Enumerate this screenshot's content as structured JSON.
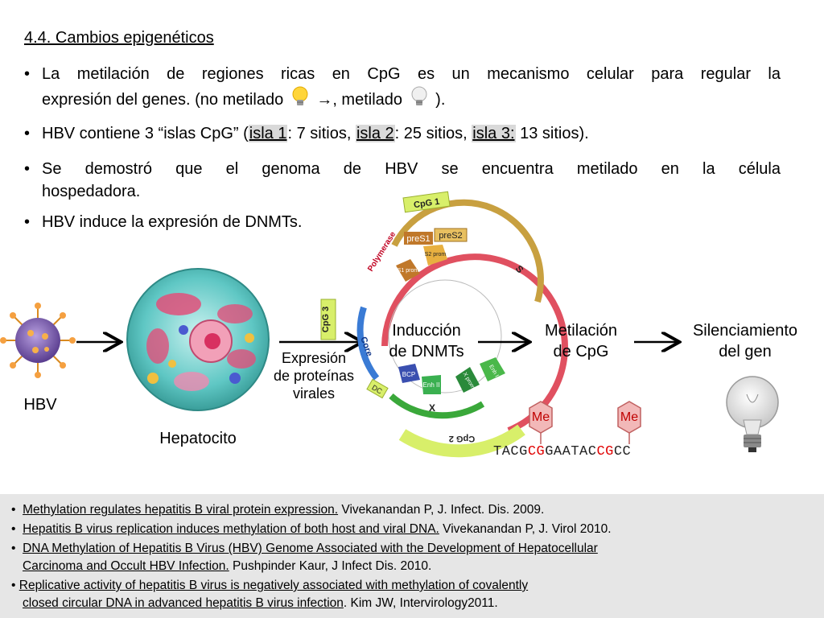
{
  "title": "4.4. Cambios epigenéticos",
  "bullets": {
    "b1_line1": "La metilación de regiones ricas en CpG es un mecanismo celular para regular la",
    "b1_line2_a": "expresión del genes. (no metilado",
    "b1_line2_b": "→, metilado",
    "b1_line2_c": ").",
    "b2_a": "HBV contiene 3 “islas CpG” (",
    "b2_isla1": "isla 1",
    "b2_b": ": 7 sitios,",
    "b2_isla2": "isla 2",
    "b2_c": ": 25 sitios,",
    "b2_isla3": "isla 3:",
    "b2_d": "13 sitios).",
    "b3_line1": "Se demostró que el genoma de HBV se encuentra metilado en la célula",
    "b3_line2": "hospedadora.",
    "b4": "HBV induce la expresión de DNMTs.",
    "bullet_char": "•"
  },
  "diagram": {
    "hbv_label": "HBV",
    "hepatocyte_label": "Hepatocito",
    "expression_label": [
      "Expresión",
      "de proteínas",
      "virales"
    ],
    "induction_label": [
      "Inducción",
      "de DNMTs"
    ],
    "methylation_label": [
      "Metilación",
      "de CpG"
    ],
    "silencing_label": [
      "Silenciamiento",
      "del gen"
    ],
    "me_label": "Me",
    "sequence": [
      "TACG",
      "CG",
      "GAATAC",
      "CG",
      "CC"
    ],
    "genome": {
      "cpg1": "CpG 1",
      "cpg2": "CpG 2",
      "cpg3": "CpG 3",
      "polymerase": "Polymerase",
      "s": "S",
      "pres1": "preS1",
      "pres2": "preS2",
      "s1prom": "S1 prom",
      "s2prom": "S2 prom",
      "core": "Core",
      "x": "X",
      "bcp": "BCP",
      "enh2": "Enh II",
      "xprom": "X prom",
      "enh1": "Enh I",
      "dc": "DC"
    },
    "colors": {
      "polymerase": "#e05060",
      "s_gene": "#c8a040",
      "core": "#3a7bd5",
      "x_gene": "#3aa83a",
      "cpg": "#d8ef6a",
      "me_hex": "#f2b8b8"
    }
  },
  "references": [
    {
      "bullet": "•",
      "title": "Methylation regulates hepatitis B viral protein expression.",
      "source": "Vivekanandan P, J. Infect. Dis. 2009."
    },
    {
      "bullet": "•",
      "title": "Hepatitis B virus replication induces methylation of both host and viral DNA.",
      "source": "Vivekanandan P, J. Virol 2010."
    },
    {
      "bullet": "•",
      "title_l1": "DNA Methylation of Hepatitis B Virus (HBV) Genome Associated with the Development of Hepatocellular",
      "title_l2": "Carcinoma and Occult HBV Infection.",
      "source": "Pushpinder Kaur, J Infect Dis. 2010."
    },
    {
      "bullet": "•",
      "title_l1": "Replicative activity of hepatitis B virus is negatively associated with methylation of covalently",
      "title_l2": "closed circular DNA in advanced hepatitis B virus infection",
      "source": ". Kim JW, Intervirology2011."
    }
  ]
}
